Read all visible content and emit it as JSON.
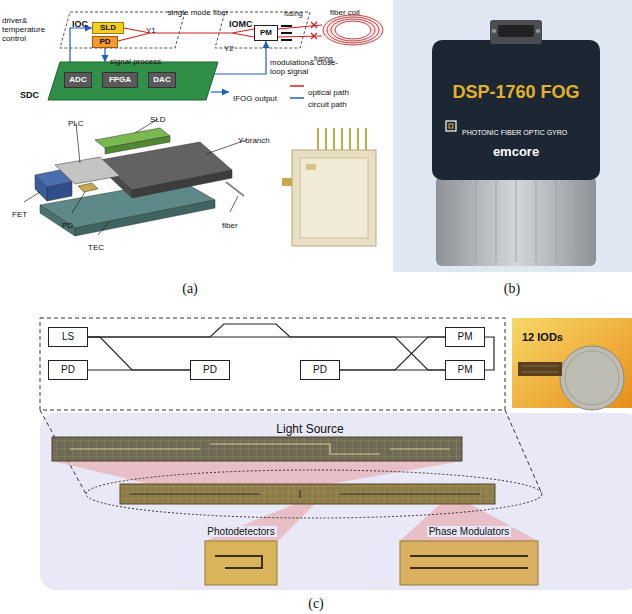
{
  "diagram": {
    "nodes": [
      {
        "text": [
          "IOC"
        ]
      },
      {
        "text": [
          "SLD"
        ],
        "in": 0
      },
      {
        "text": [
          "PD"
        ],
        "in": 0
      },
      {
        "text": [
          "IOMC"
        ]
      },
      {
        "text": [
          "PM"
        ],
        "in": 3
      },
      {
        "text": [
          "SDC"
        ]
      },
      {
        "text": [
          "ADC"
        ],
        "in": 5
      },
      {
        "text": [
          "FPGA"
        ],
        "in": 5
      },
      {
        "text": [
          "DAC"
        ],
        "in": 5
      },
      {
        "text": [
          "LS"
        ]
      },
      {
        "text": [
          "PD"
        ]
      },
      {
        "text": [
          "PD"
        ]
      },
      {
        "text": [
          "PD"
        ]
      },
      {
        "text": [
          "PM"
        ]
      },
      {
        "text": [
          "PM"
        ]
      }
    ],
    "edges": [
      {
        "from": 5,
        "to": 1,
        "arrow": "to",
        "label": "driver& temperature control"
      },
      {
        "from": 2,
        "to": 5,
        "arrow": "to",
        "label": "signal process"
      },
      {
        "from": 5,
        "to": 4,
        "arrow": "to",
        "label": "modulation& close-loop signal"
      },
      {
        "from": 0,
        "to": 3,
        "arrow": "none",
        "label": "single mode fiber"
      },
      {
        "from": 9,
        "to": 11,
        "arrow": "none"
      },
      {
        "from": 10,
        "to": 11,
        "arrow": "none"
      },
      {
        "from": 9,
        "to": 13,
        "arrow": "none"
      },
      {
        "from": 9,
        "to": 14,
        "arrow": "none"
      },
      {
        "from": 12,
        "to": 13,
        "arrow": "none"
      },
      {
        "from": 12,
        "to": 14,
        "arrow": "none"
      },
      {
        "from": 13,
        "to": 14,
        "arrow": "none"
      }
    ],
    "labels": [
      "Y1",
      "Y2",
      "fiber coil",
      "fusing",
      "fusing",
      "IFOG output",
      "PLC",
      "SLD",
      "Y-branch",
      "FET",
      "PD",
      "TEC",
      "fiber",
      "(a)",
      "DSP-1760 FOG",
      "PHOTONIC FIBER OPTIC GYRO",
      "emcore",
      "(b)",
      "12 IODs",
      "Light Source",
      "Photodetectors",
      "Phase Modulators",
      "(c)"
    ],
    "legend": [
      {
        "text": "optical path"
      },
      {
        "text": "circuit path"
      }
    ]
  }
}
